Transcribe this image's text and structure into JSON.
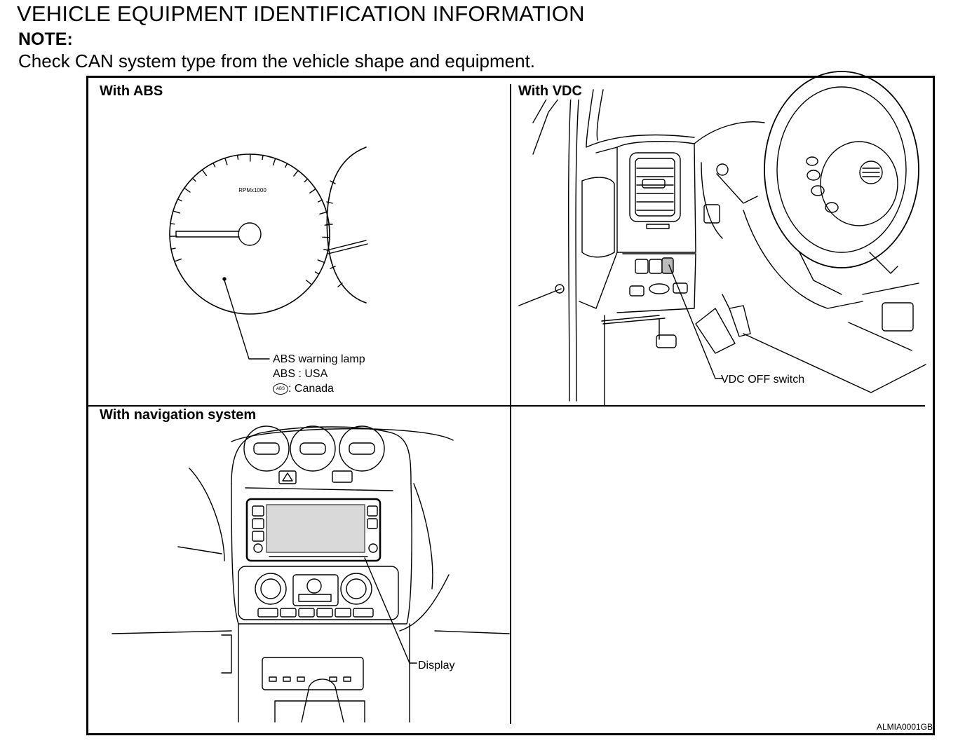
{
  "header": {
    "title": "VEHICLE EQUIPMENT IDENTIFICATION INFORMATION",
    "note_label": "NOTE:",
    "note_text": "Check CAN system type from the vehicle shape and equipment."
  },
  "panels": {
    "abs": {
      "title": "With ABS",
      "gauge_label": "RPMx1000",
      "callout_line1": "ABS warning lamp",
      "callout_line2": "ABS : USA",
      "callout_line3_symbol": "ABS",
      "callout_line3": ": Canada"
    },
    "vdc": {
      "title": "With VDC",
      "callout": "VDC OFF switch"
    },
    "navigation": {
      "title": "With navigation system",
      "callout": "Display"
    }
  },
  "figure_code": "ALMIA0001GB"
}
